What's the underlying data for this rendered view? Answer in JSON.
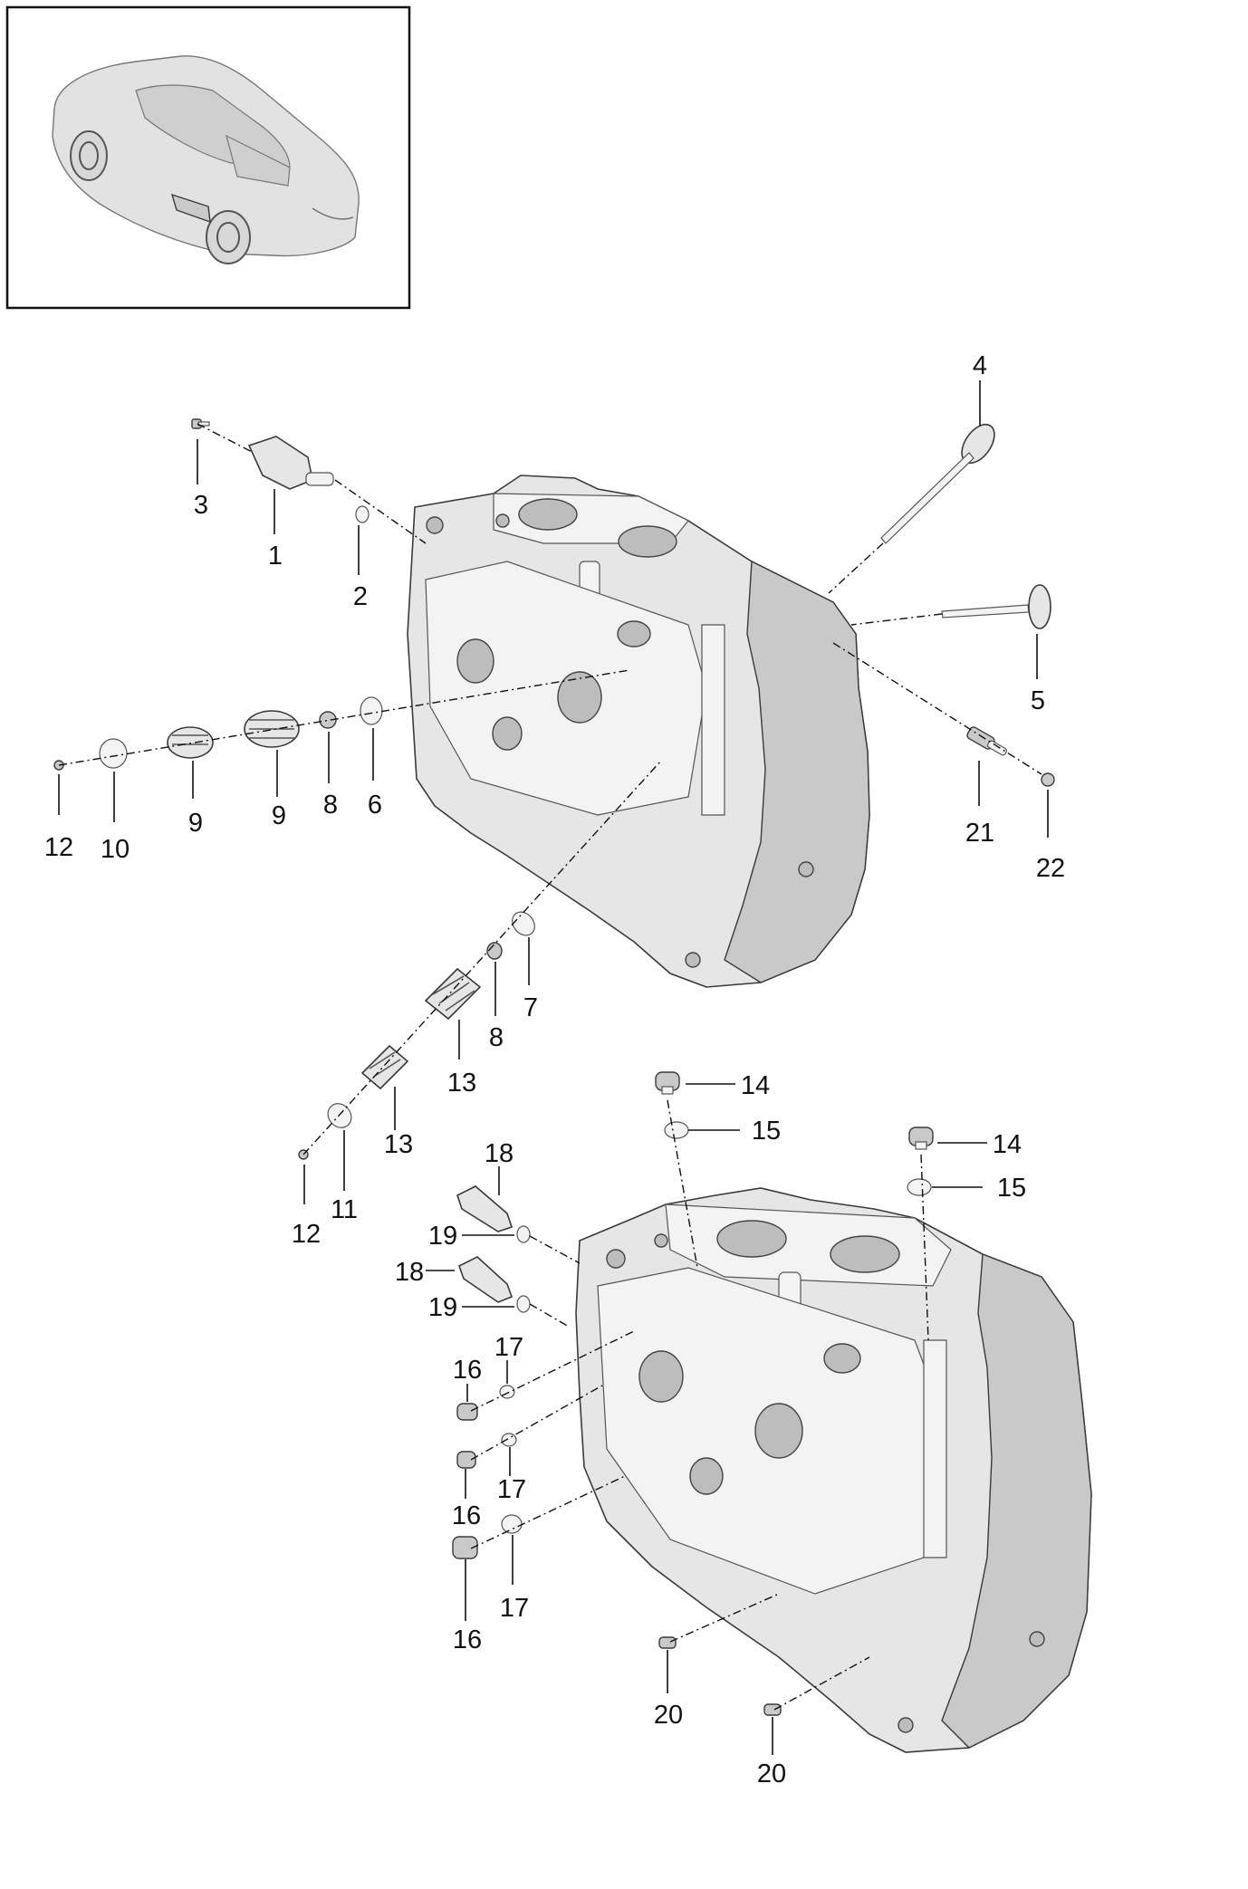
{
  "callouts": [
    {
      "id": "c4",
      "text": "4"
    },
    {
      "id": "c3",
      "text": "3"
    },
    {
      "id": "c1",
      "text": "1"
    },
    {
      "id": "c2",
      "text": "2"
    },
    {
      "id": "c5",
      "text": "5"
    },
    {
      "id": "c12a",
      "text": "12"
    },
    {
      "id": "c10",
      "text": "10"
    },
    {
      "id": "c9a",
      "text": "9"
    },
    {
      "id": "c9b",
      "text": "9"
    },
    {
      "id": "c8a",
      "text": "8"
    },
    {
      "id": "c6",
      "text": "6"
    },
    {
      "id": "c21",
      "text": "21"
    },
    {
      "id": "c22",
      "text": "22"
    },
    {
      "id": "c7",
      "text": "7"
    },
    {
      "id": "c8b",
      "text": "8"
    },
    {
      "id": "c13a",
      "text": "13"
    },
    {
      "id": "c13b",
      "text": "13"
    },
    {
      "id": "c12b",
      "text": "12"
    },
    {
      "id": "c11",
      "text": "11"
    },
    {
      "id": "c14a",
      "text": "14"
    },
    {
      "id": "c15a",
      "text": "15"
    },
    {
      "id": "c14b",
      "text": "14"
    },
    {
      "id": "c15b",
      "text": "15"
    },
    {
      "id": "c18a",
      "text": "18"
    },
    {
      "id": "c19a",
      "text": "19"
    },
    {
      "id": "c18b",
      "text": "18"
    },
    {
      "id": "c19b",
      "text": "19"
    },
    {
      "id": "c17a",
      "text": "17"
    },
    {
      "id": "c16a",
      "text": "16"
    },
    {
      "id": "c17b",
      "text": "17"
    },
    {
      "id": "c16b",
      "text": "16"
    },
    {
      "id": "c17c",
      "text": "17"
    },
    {
      "id": "c16c",
      "text": "16"
    },
    {
      "id": "c20a",
      "text": "20"
    },
    {
      "id": "c20b",
      "text": "20"
    }
  ]
}
